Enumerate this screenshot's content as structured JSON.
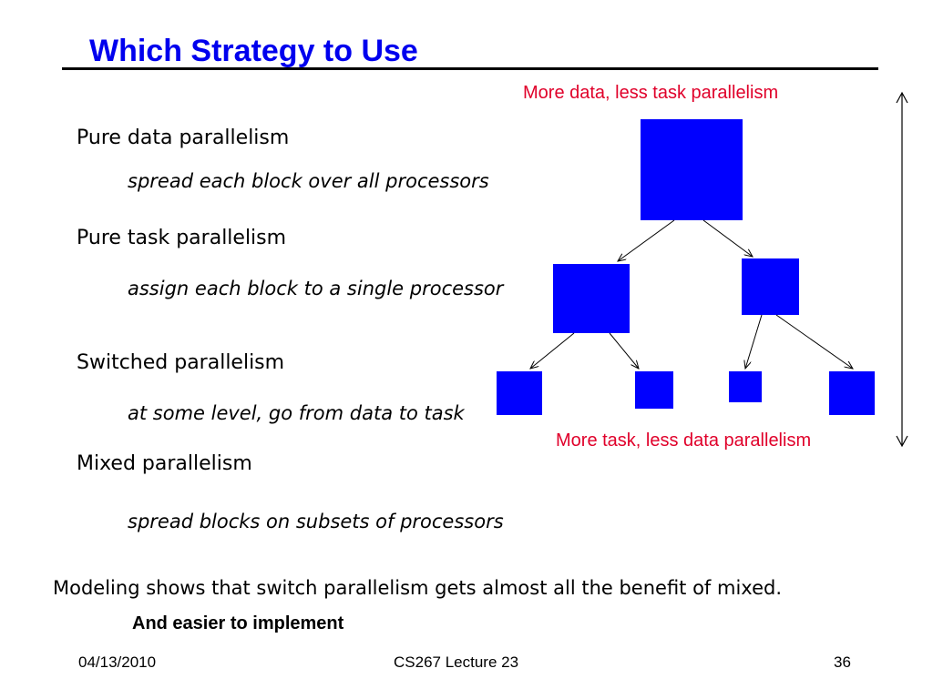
{
  "slide": {
    "title": "Which Strategy to Use",
    "items": [
      {
        "heading": "Pure data parallelism",
        "detail": "spread each block over all processors"
      },
      {
        "heading": "Pure task parallelism",
        "detail": "assign each block to a single processor"
      },
      {
        "heading": "Switched parallelism",
        "detail": "at some level, go from data to task"
      },
      {
        "heading": "Mixed parallelism",
        "detail": "spread blocks on subsets of processors"
      }
    ],
    "diagram": {
      "top_label": "More data, less task parallelism",
      "bottom_label": "More task, less data parallelism",
      "block_color": "#0000ff",
      "label_color": "#e0002a"
    },
    "note": "Modeling shows that switch parallelism gets almost all the benefit of mixed.",
    "note_emphasis": "And easier to implement",
    "footer": {
      "date": "04/13/2010",
      "course": "CS267 Lecture 23",
      "page": "36"
    }
  }
}
